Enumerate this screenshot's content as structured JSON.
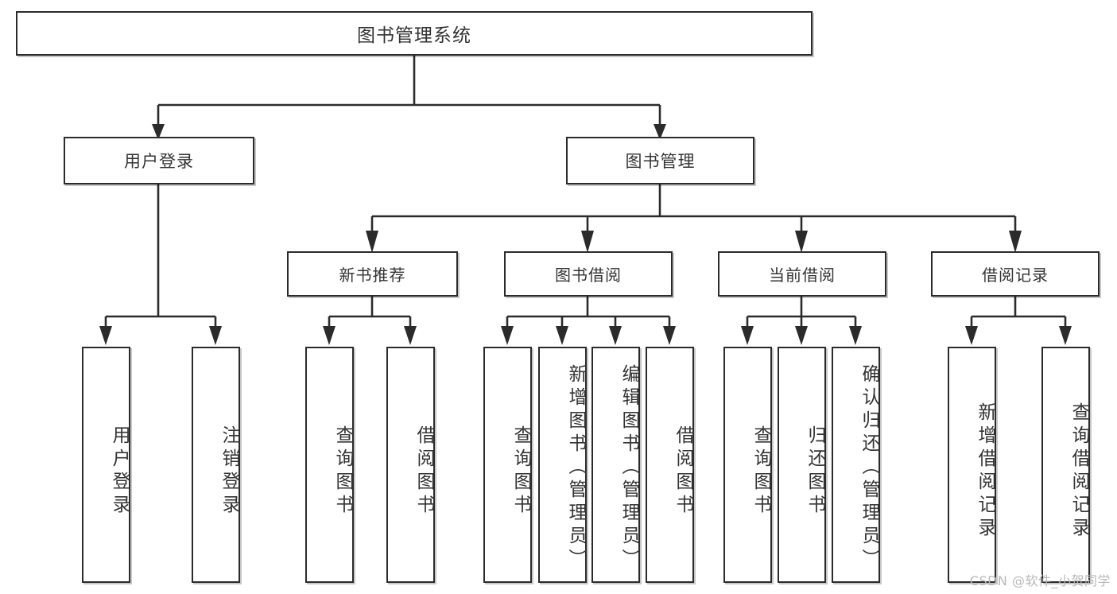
{
  "diagram": {
    "title": "图书管理系统",
    "type": "tree-hierarchy-diagram",
    "watermark": "CSDN @软件_小贺同学",
    "colors": {
      "box_border": "#2b2b2b",
      "box_fill": "#ffffff",
      "text": "#333333",
      "connector": "#2b2b2b",
      "watermark": "#b9b9b9",
      "background": "#ffffff"
    },
    "root": {
      "label": "图书管理系统"
    },
    "level2": [
      {
        "id": "user-login",
        "label": "用户登录"
      },
      {
        "id": "book-management",
        "label": "图书管理"
      }
    ],
    "level3": [
      {
        "id": "new-book-recommend",
        "label": "新书推荐"
      },
      {
        "id": "book-borrow",
        "label": "图书借阅"
      },
      {
        "id": "current-borrow",
        "label": "当前借阅"
      },
      {
        "id": "borrow-record",
        "label": "借阅记录"
      }
    ],
    "leaves": {
      "user_login": [
        {
          "id": "user-login-leaf",
          "label": "用户登录"
        },
        {
          "id": "logout-leaf",
          "label": "注销登录"
        }
      ],
      "new_book_recommend": [
        {
          "id": "query-book-1",
          "label": "查询图书"
        },
        {
          "id": "borrow-book-1",
          "label": "借阅图书"
        }
      ],
      "book_borrow": [
        {
          "id": "query-book-2",
          "label": "查询图书"
        },
        {
          "id": "add-book-admin",
          "label": "新增图书（管理员）"
        },
        {
          "id": "edit-book-admin",
          "label": "编辑图书（管理员）"
        },
        {
          "id": "borrow-book-2",
          "label": "借阅图书"
        }
      ],
      "current_borrow": [
        {
          "id": "query-book-3",
          "label": "查询图书"
        },
        {
          "id": "return-book",
          "label": "归还图书"
        },
        {
          "id": "confirm-return-admin",
          "label": "确认归还（管理员）"
        }
      ],
      "borrow_record": [
        {
          "id": "add-borrow-record",
          "label": "新增借阅记录"
        },
        {
          "id": "query-borrow-record",
          "label": "查询借阅记录"
        }
      ]
    }
  }
}
